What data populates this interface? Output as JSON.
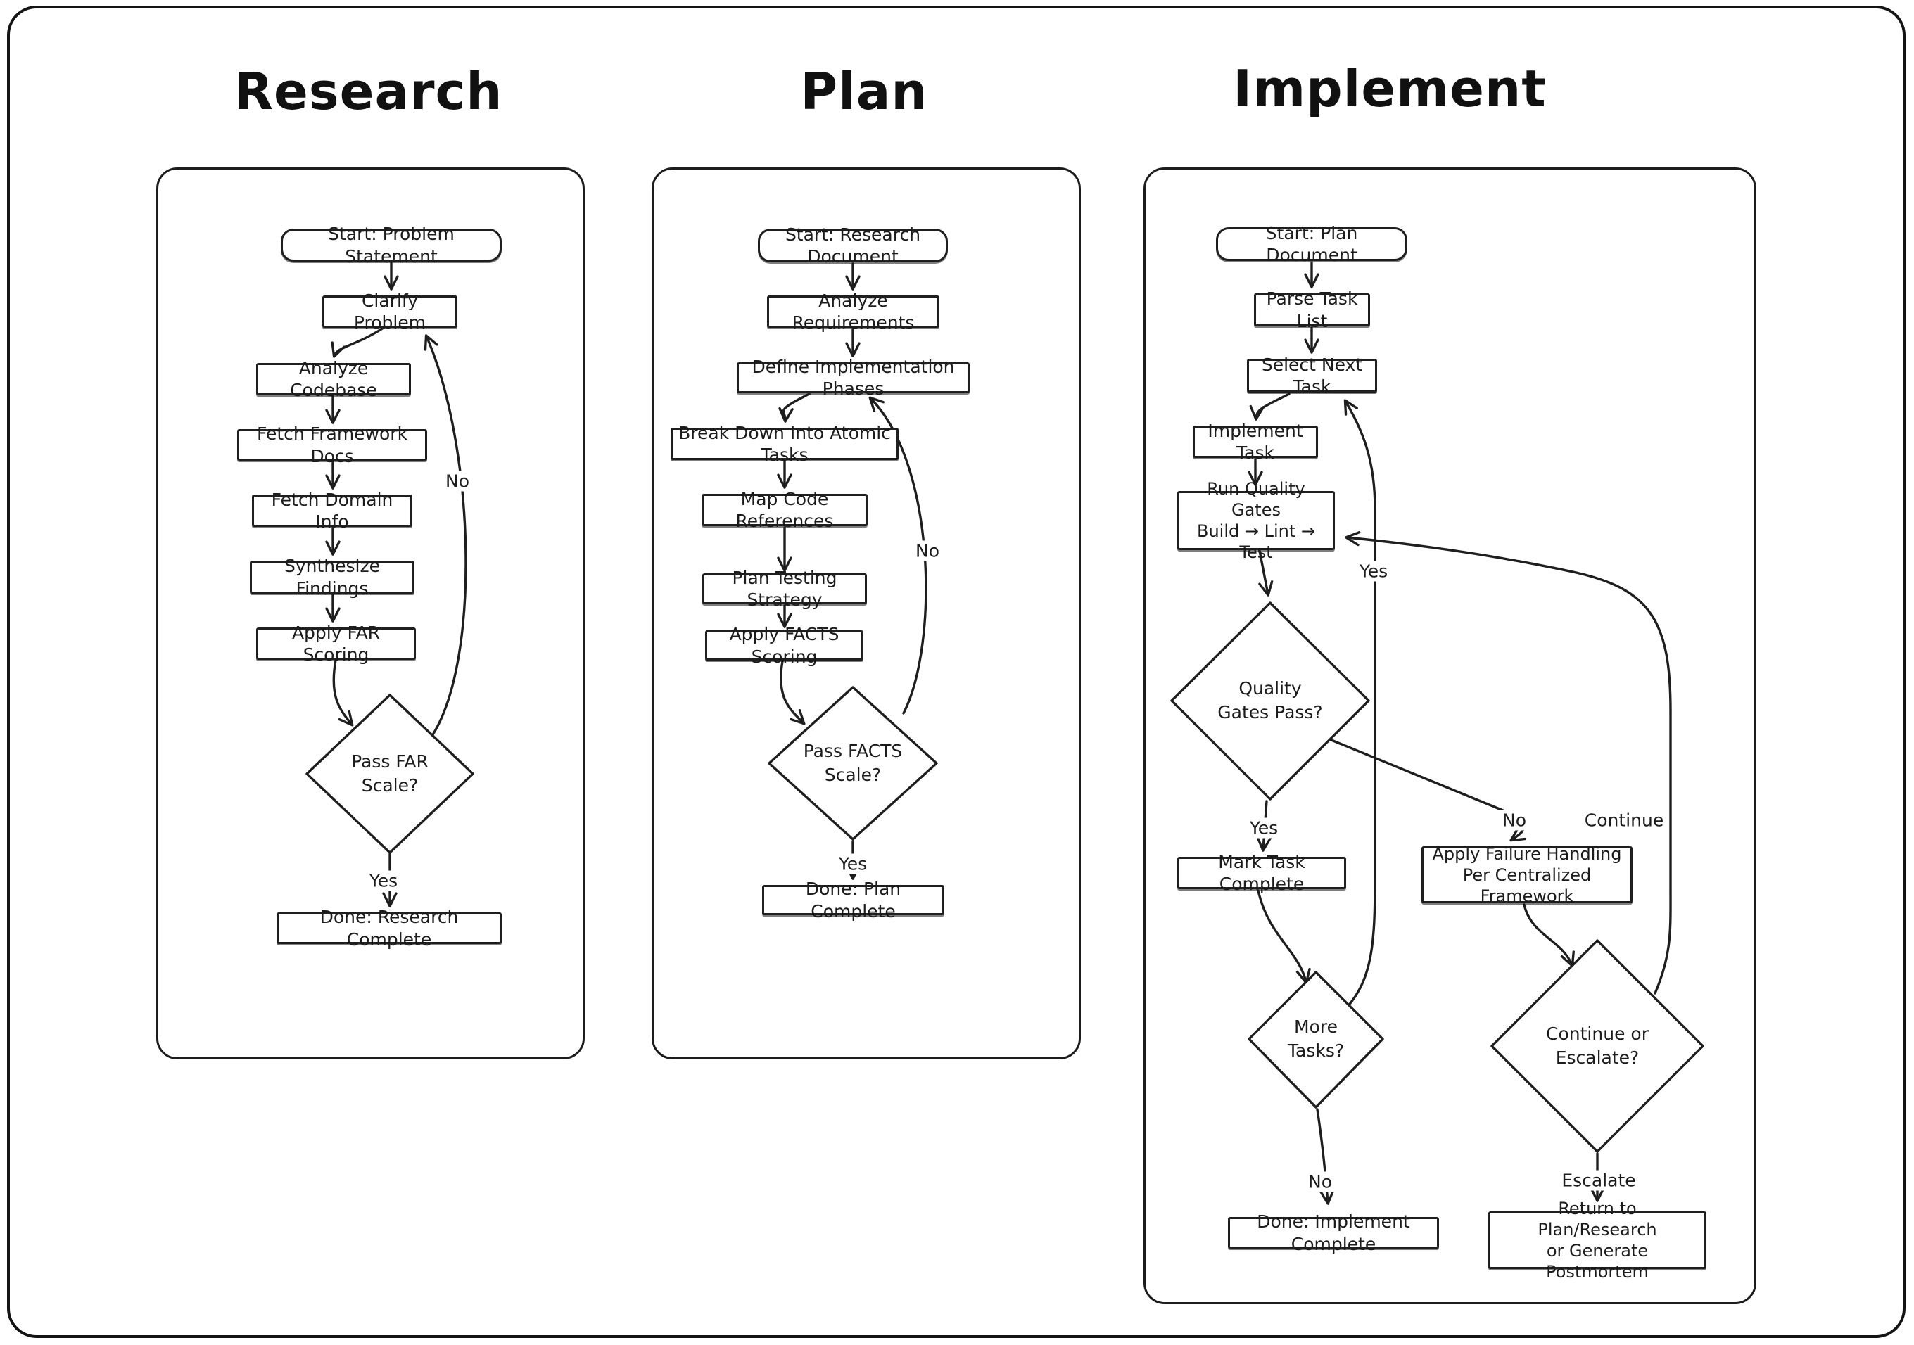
{
  "diagram": {
    "research": {
      "title": "Research",
      "start": "Start: Problem Statement",
      "steps": [
        "Clarify Problem",
        "Analyze Codebase",
        "Fetch Framework Docs",
        "Fetch Domain Info",
        "Synthesize Findings",
        "Apply FAR Scoring"
      ],
      "decision": "Pass FAR Scale?",
      "done": "Done: Research Complete",
      "labels": {
        "yes": "Yes",
        "no": "No"
      }
    },
    "plan": {
      "title": "Plan",
      "start": "Start: Research Document",
      "steps": [
        "Analyze Requirements",
        "Define Implementation Phases",
        "Break Down Into Atomic Tasks",
        "Map Code References",
        "Plan Testing Strategy",
        "Apply FACTS Scoring"
      ],
      "decision": "Pass FACTS Scale?",
      "done": "Done: Plan Complete",
      "labels": {
        "yes": "Yes",
        "no": "No"
      }
    },
    "implement": {
      "title": "Implement",
      "start": "Start: Plan Document",
      "steps": [
        "Parse Task List",
        "Select Next Task",
        "Implement Task"
      ],
      "quality_gates": {
        "line1": "Run Quality Gates",
        "line2": "Build → Lint → Test"
      },
      "decision_quality": {
        "line1": "Quality",
        "line2": "Gates Pass?"
      },
      "mark_complete": "Mark Task Complete",
      "failure_handling": {
        "line1": "Apply Failure Handling",
        "line2": "Per Centralized Framework"
      },
      "decision_more": {
        "line1": "More",
        "line2": "Tasks?"
      },
      "decision_continue": {
        "line1": "Continue or",
        "line2": "Escalate?"
      },
      "done": "Done: Implement Complete",
      "return_box": {
        "line1": "Return to Plan/Research",
        "line2": "or Generate Postmortem"
      },
      "labels": {
        "yes": "Yes",
        "no": "No",
        "yes_loop": "Yes",
        "continue_label": "Continue",
        "escalate": "Escalate",
        "more_no": "No"
      }
    },
    "stroke_color": "#1e1e1e",
    "background_color": "#ffffff"
  }
}
